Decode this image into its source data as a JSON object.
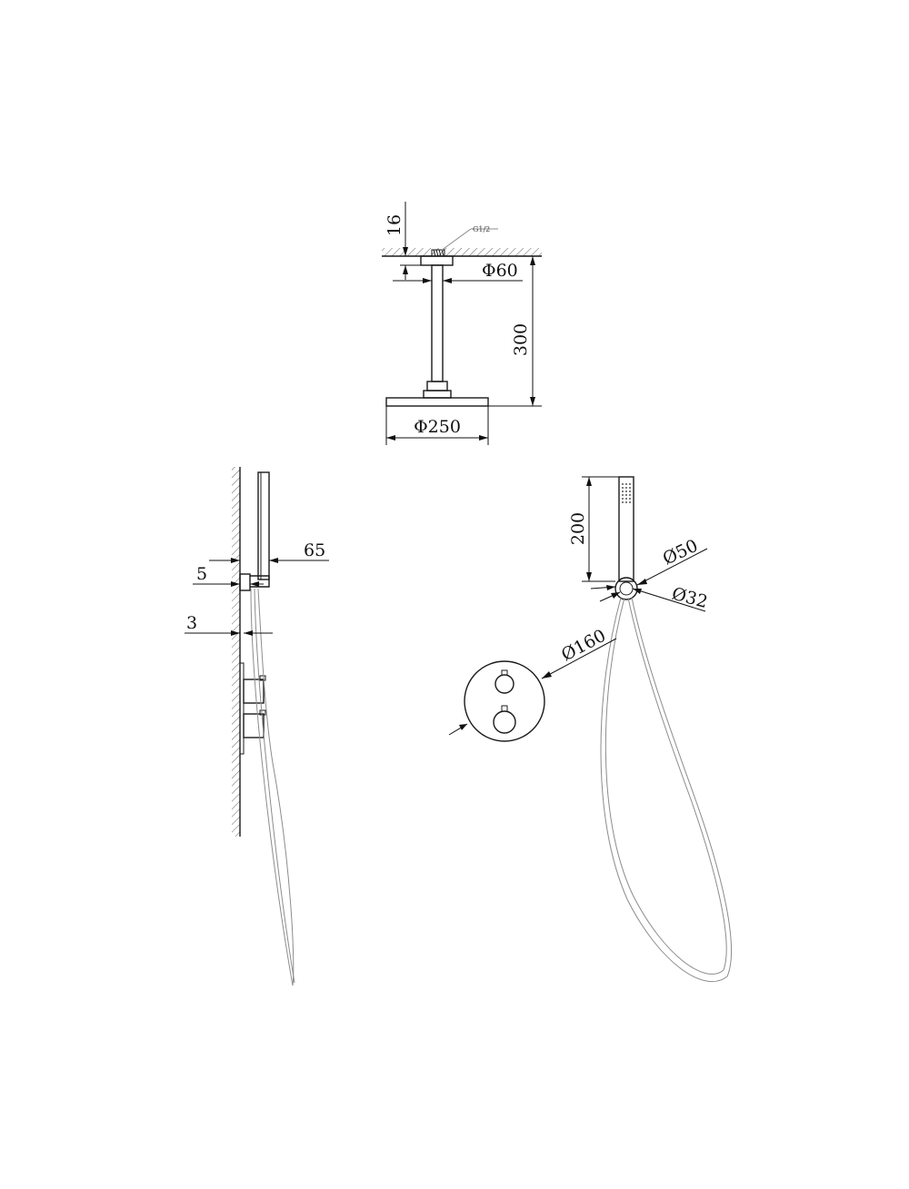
{
  "ceiling_arm": {
    "dim_flange_height": "16",
    "thread_spec": "G1/2",
    "dim_flange_diameter": "Φ60",
    "dim_arm_length": "300",
    "dim_head_diameter": "Φ250"
  },
  "side_view": {
    "dim_holder_depth": "65",
    "dim_holder_plate": "5",
    "dim_cover_plate": "3"
  },
  "hand_shower": {
    "dim_handle_length": "200",
    "dim_holder_outer": "Ø50",
    "dim_holder_inner": "Ø32"
  },
  "thermostat": {
    "dim_plate_diameter": "Ø160"
  }
}
